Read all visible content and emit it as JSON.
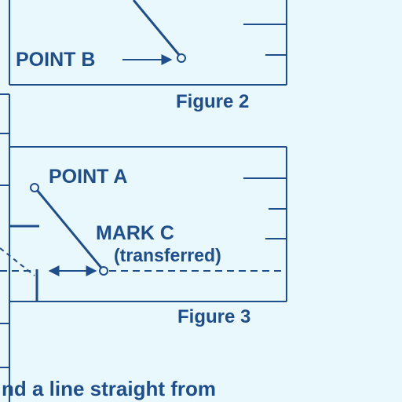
{
  "figure2": {
    "point_label": "POINT B",
    "caption": "Figure 2"
  },
  "figure3": {
    "point_label": "POINT A",
    "mark_label": "MARK C",
    "mark_note": "(transferred)",
    "caption": "Figure 3"
  },
  "body_text": "nd a line straight from",
  "colors": {
    "ink": "#1f4e8c",
    "background": "#e9f8fc"
  }
}
